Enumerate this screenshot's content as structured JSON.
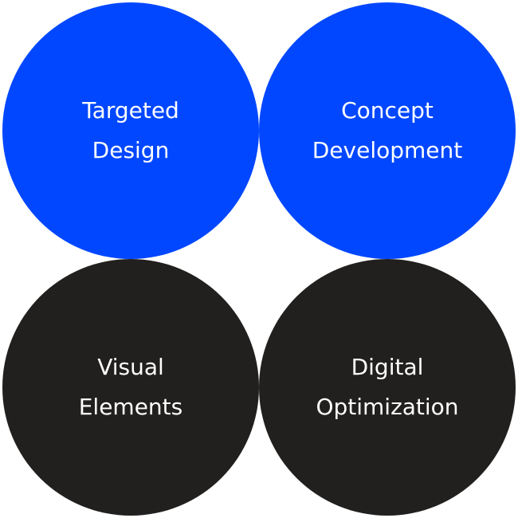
{
  "circles": [
    {
      "label": "Targeted\nDesign",
      "color": "#0047ff"
    },
    {
      "label": "Concept\nDevelopment",
      "color": "#0047ff"
    },
    {
      "label": "Visual\nElements",
      "color": "#22201e"
    },
    {
      "label": "Digital\nOptimization",
      "color": "#22201e"
    }
  ]
}
